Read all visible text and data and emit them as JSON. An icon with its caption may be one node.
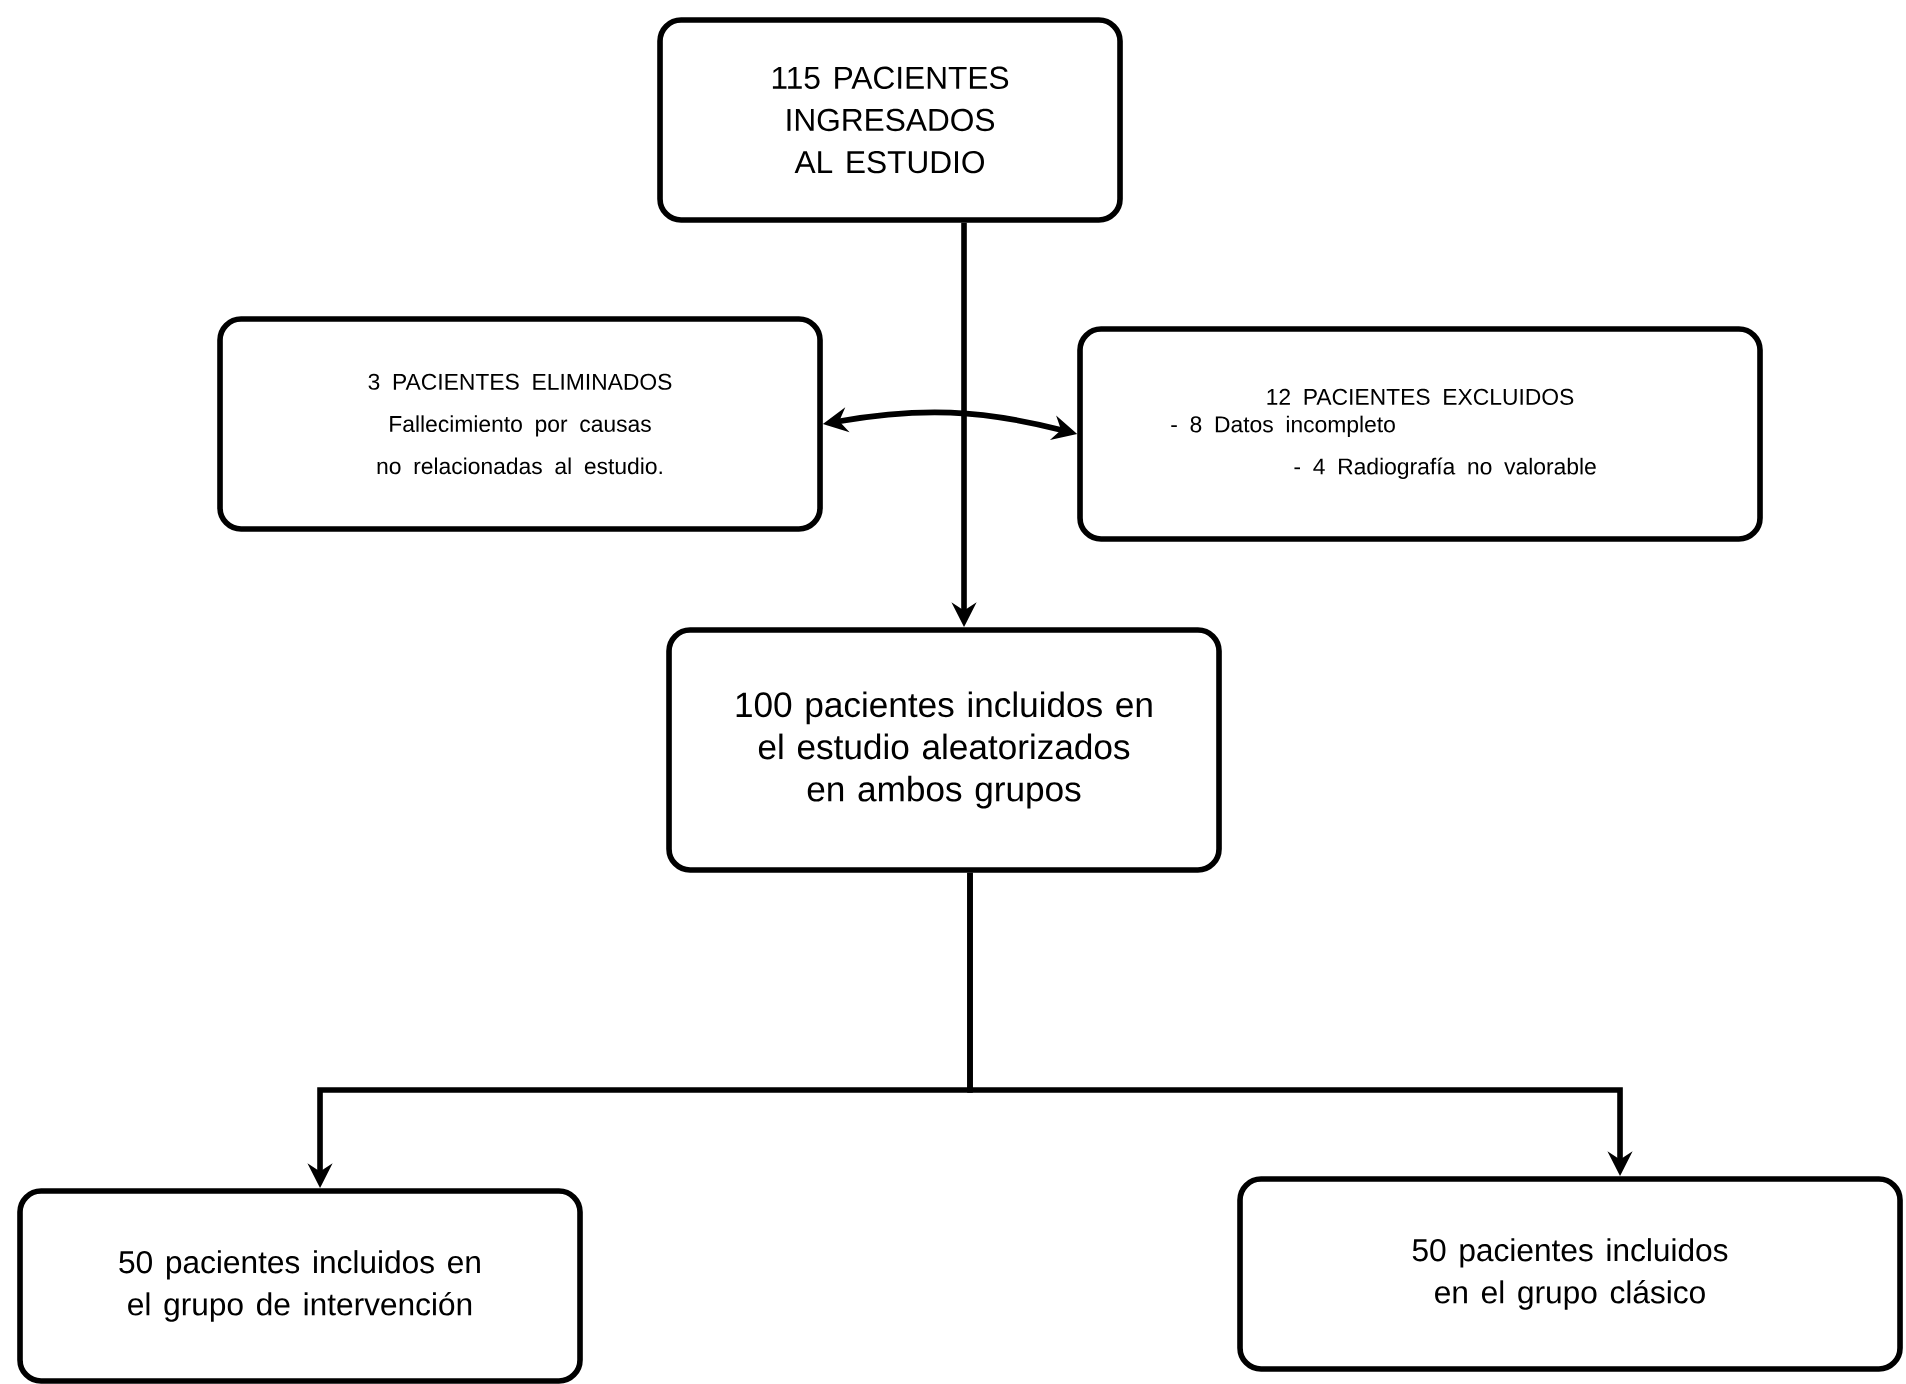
{
  "diagram": {
    "nodes": [
      {
        "text": [
          "115 PACIENTES INGRESADOS AL ESTUDIO"
        ]
      },
      {
        "text": [
          "3 PACIENTES ELIMINADOS",
          "Fallecimiento por causas no relacionadas al estudio."
        ]
      },
      {
        "text": [
          "12 PACIENTES EXCLUIDOS",
          "- 8 Datos incompleto",
          "- 4 Radiografía no valorable"
        ]
      },
      {
        "text": [
          "100 pacientes incluidos en el estudio aleatorizados en ambos grupos"
        ]
      },
      {
        "text": [
          "50 pacientes incluidos en el grupo de intervención"
        ]
      },
      {
        "text": [
          "50 pacientes incluidos en el grupo clásico"
        ]
      }
    ],
    "edges": [
      {
        "from": 0,
        "to": 3,
        "arrow": "to"
      },
      {
        "from": 1,
        "to": 2,
        "arrow": "both"
      },
      {
        "from": 3,
        "to": 4,
        "arrow": "to"
      },
      {
        "from": 3,
        "to": 5,
        "arrow": "to"
      }
    ]
  }
}
